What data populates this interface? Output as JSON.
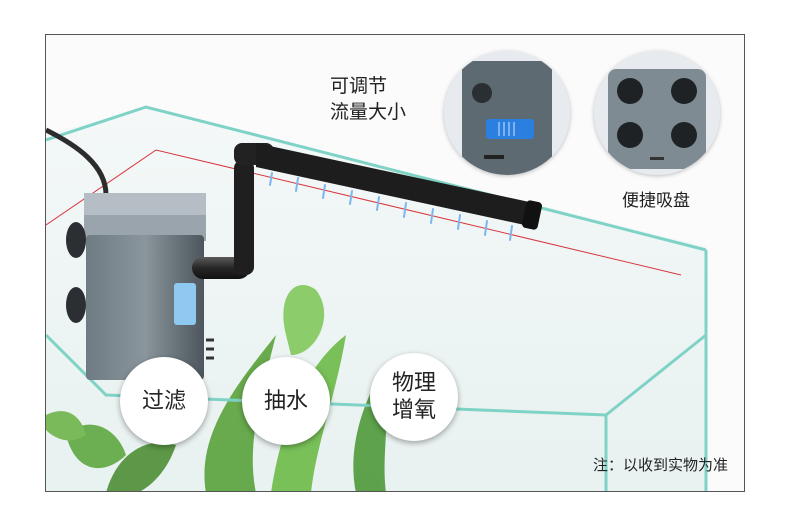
{
  "callouts": {
    "adjustable_flow": [
      "可调节",
      "流量大小"
    ],
    "suction_cup": "便捷吸盘"
  },
  "features": [
    {
      "label": "过滤"
    },
    {
      "label": "抽水"
    },
    {
      "label_lines": [
        "物理",
        "增氧"
      ]
    }
  ],
  "note": "注：以收到实物为准",
  "colors": {
    "glass_edge": "#7fd3c6",
    "red_line": "#d9363e",
    "pump_body": "#5c6870",
    "blue_slider": "#2a7fe0",
    "plant_green": "#4f9a3a"
  },
  "icons": {
    "flow_detail": "flow-adjuster-closeup",
    "suction_detail": "suction-cup-closeup"
  }
}
